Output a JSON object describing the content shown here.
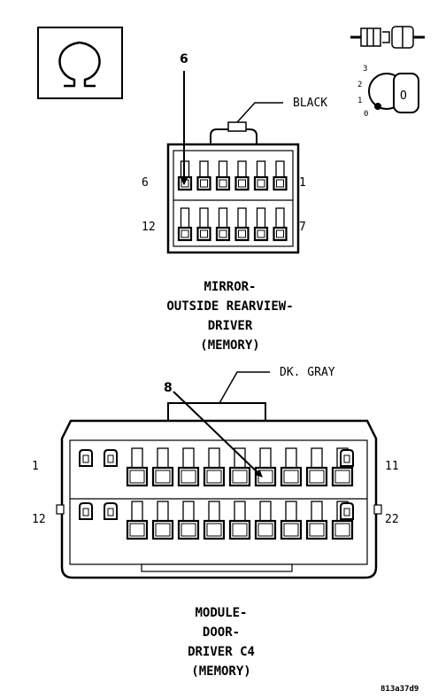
{
  "mirror_connector": {
    "callout_pin": "6",
    "color": "BLACK",
    "pin_top_left": "6",
    "pin_top_right": "1",
    "pin_bottom_left": "12",
    "pin_bottom_right": "7",
    "title": [
      "MIRROR-",
      "OUTSIDE REARVIEW-",
      "DRIVER",
      "(MEMORY)"
    ]
  },
  "module_connector": {
    "callout_pin": "8",
    "color": "DK. GRAY",
    "pin_top_left": "1",
    "pin_top_right": "11",
    "pin_bottom_left": "12",
    "pin_bottom_right": "22",
    "title": [
      "MODULE-",
      "DOOR-",
      "DRIVER C4",
      "(MEMORY)"
    ]
  },
  "ignition_positions": [
    "3",
    "2",
    "1",
    "0"
  ],
  "key_label": "O",
  "figure_code": "813a37d9",
  "icons": {
    "ohm": "ohmmeter-symbol-icon",
    "connector": "connector-unplug-icon",
    "ignition": "ignition-key-icon"
  }
}
